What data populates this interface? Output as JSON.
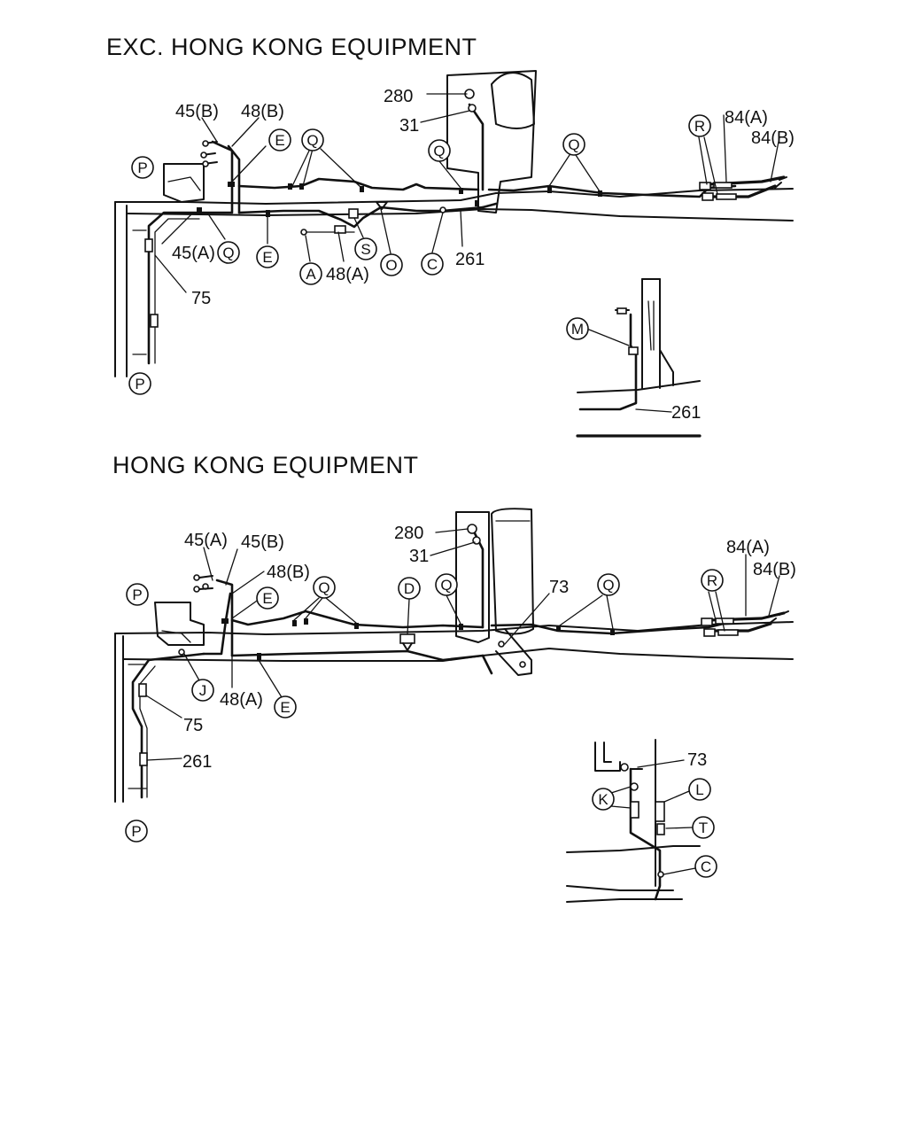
{
  "sections": {
    "top_title": "EXC. HONG KONG EQUIPMENT",
    "bottom_title": "HONG KONG EQUIPMENT"
  },
  "top": {
    "callouts": {
      "c280": "280",
      "c31": "31",
      "c45b": "45(B)",
      "c48b": "48(B)",
      "c84a": "84(A)",
      "c84b": "84(B)",
      "c45a": "45(A)",
      "c48a": "48(A)",
      "c75": "75",
      "c261": "261",
      "c261_detail": "261"
    },
    "letters": {
      "P1": "P",
      "P2": "P",
      "E1": "E",
      "E2": "E",
      "Q1": "Q",
      "Q2": "Q",
      "Q3": "Q",
      "Q4": "Q",
      "R": "R",
      "A": "A",
      "S": "S",
      "O": "O",
      "C": "C",
      "M": "M"
    }
  },
  "bottom": {
    "callouts": {
      "c280": "280",
      "c31": "31",
      "c45a": "45(A)",
      "c45b": "45(B)",
      "c48b": "48(B)",
      "c84a": "84(A)",
      "c84b": "84(B)",
      "c73": "73",
      "c48a": "48(A)",
      "c75": "75",
      "c261": "261",
      "c73_detail": "73"
    },
    "letters": {
      "P1": "P",
      "P2": "P",
      "E1": "E",
      "E2": "E",
      "Q1": "Q",
      "Q2": "Q",
      "Q3": "Q",
      "D": "D",
      "R": "R",
      "J": "J",
      "K": "K",
      "L": "L",
      "T": "T",
      "C": "C"
    }
  }
}
